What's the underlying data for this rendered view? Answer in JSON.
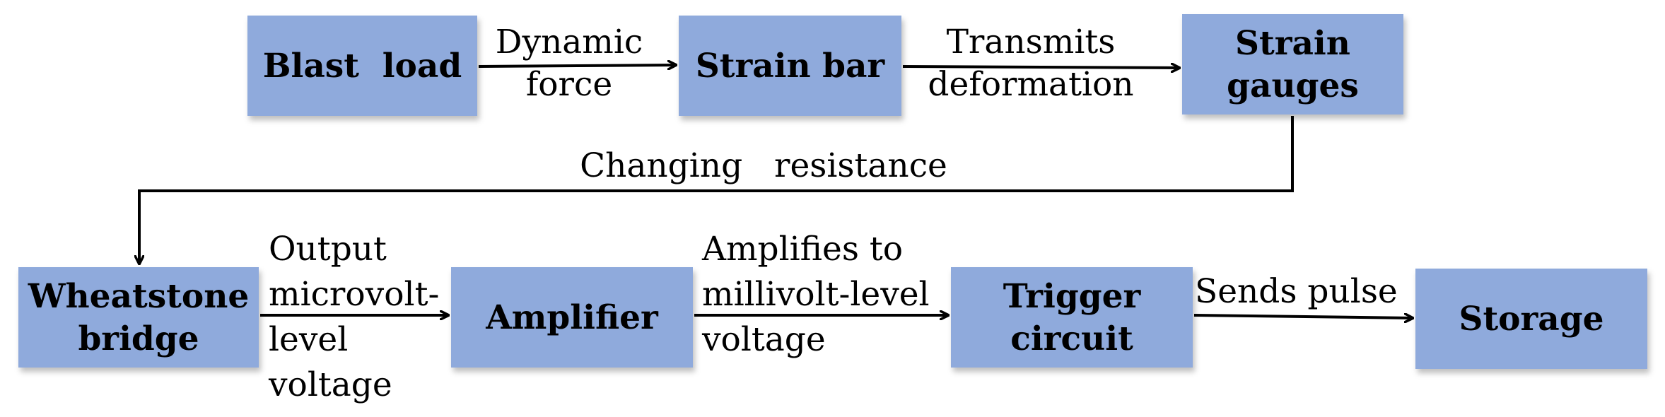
{
  "colors": {
    "box_fill": "#8faadc",
    "line": "#000000",
    "text": "#000000"
  },
  "boxes": [
    {
      "id": "blast-load",
      "lines": [
        "Blast  load"
      ]
    },
    {
      "id": "strain-bar",
      "lines": [
        "Strain bar"
      ]
    },
    {
      "id": "strain-gauges",
      "lines": [
        "Strain",
        "gauges"
      ]
    },
    {
      "id": "wheatstone-bridge",
      "lines": [
        "Wheatstone",
        "bridge"
      ]
    },
    {
      "id": "amplifier",
      "lines": [
        "Amplifier"
      ]
    },
    {
      "id": "trigger-circuit",
      "lines": [
        "Trigger",
        "circuit"
      ]
    },
    {
      "id": "storage",
      "lines": [
        "Storage"
      ]
    }
  ],
  "edges": [
    {
      "from": "blast-load",
      "to": "strain-bar",
      "lines": [
        "Dynamic",
        "force"
      ]
    },
    {
      "from": "strain-bar",
      "to": "strain-gauges",
      "lines": [
        "Transmits",
        "deformation"
      ]
    },
    {
      "from": "strain-gauges",
      "to": "wheatstone-bridge",
      "lines": [
        "Changing   resistance"
      ]
    },
    {
      "from": "wheatstone-bridge",
      "to": "amplifier",
      "lines": [
        "Output",
        "microvolt-",
        "level",
        "voltage"
      ]
    },
    {
      "from": "amplifier",
      "to": "trigger-circuit",
      "lines": [
        "Amplifies to",
        "millivolt-level",
        "voltage"
      ]
    },
    {
      "from": "trigger-circuit",
      "to": "storage",
      "lines": [
        "Sends pulse"
      ]
    }
  ]
}
